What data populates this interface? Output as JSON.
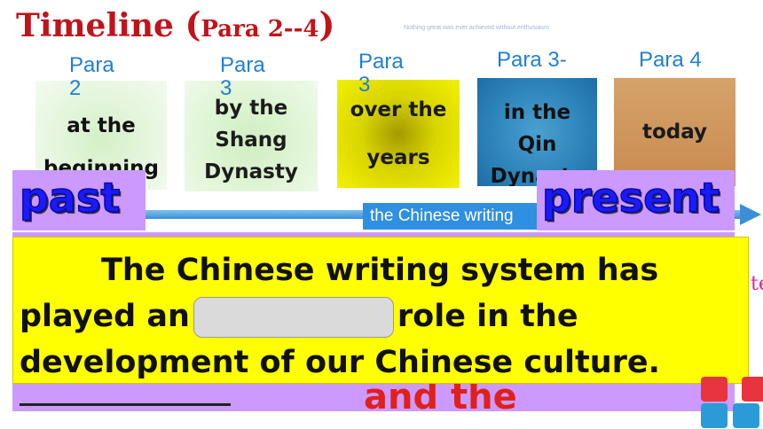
{
  "title": {
    "main": "Timeline",
    "open_paren": "(",
    "sub": "Para 2--4",
    "close_paren": ")"
  },
  "motto": "Nothing great was ever achieved without enthusiasm",
  "timeline": {
    "para_labels": [
      "Para 2",
      "Para 3",
      "Para 3",
      "Para 3-",
      "Para 4"
    ],
    "cards": [
      [
        "at the",
        "beginning"
      ],
      [
        "by the",
        "Shang",
        "Dynasty"
      ],
      [
        "over the",
        "years"
      ],
      [
        "in the",
        "Qin",
        "Dynasty"
      ],
      [
        "today"
      ]
    ],
    "past_label": "past",
    "present_label": "present",
    "ribbon_text": "the  Chinese  writing"
  },
  "behind_text": "and the",
  "side_text": "te",
  "sentence": {
    "line1": "The Chinese writing system has",
    "line2_before": "played an",
    "line2_after": "role in the",
    "line3": "development of our Chinese culture."
  },
  "colors": {
    "title_red": "#c0141b",
    "para_blue": "#1f7fd6",
    "purple": "#cc99ff",
    "yellow": "#ffff00",
    "tag_blue": "#1a1aff"
  }
}
